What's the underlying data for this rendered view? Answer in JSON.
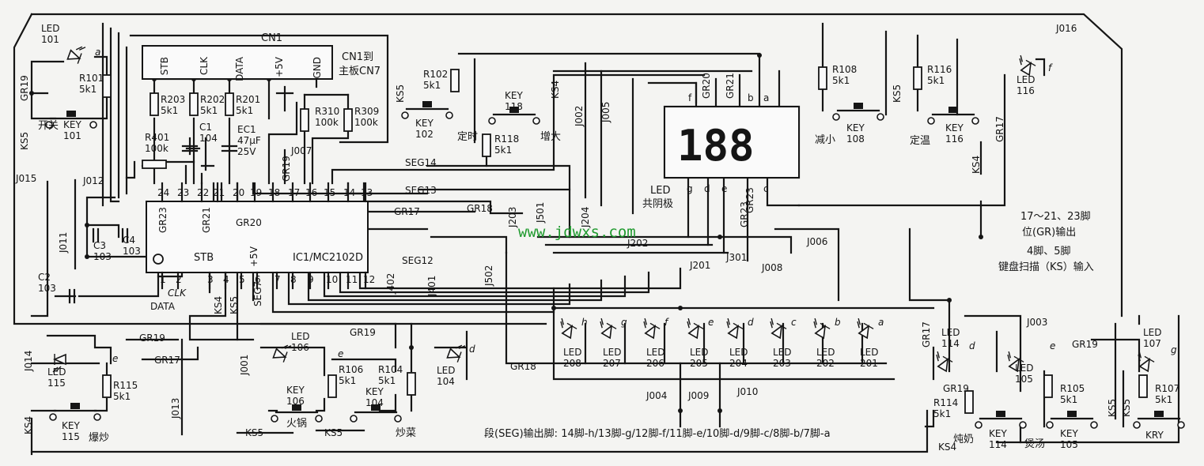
{
  "connector": {
    "name": "CN1",
    "pins": [
      "STB",
      "CLK",
      "DATA",
      "+5V",
      "GND"
    ],
    "note": "CN1到\n主板CN7"
  },
  "ic": {
    "name": "IC1/MC2102D",
    "stb": "STB",
    "vcc": "+5V",
    "top_pins": [
      "24",
      "23",
      "22",
      "21",
      "20",
      "19",
      "18",
      "17",
      "16",
      "15",
      "14",
      "13"
    ],
    "bottom_pins": [
      "1",
      "2",
      "3",
      "4",
      "5",
      "6",
      "7",
      "8",
      "9",
      "10",
      "11",
      "12"
    ]
  },
  "display": {
    "digits": "188",
    "label": "LED\n共阴极",
    "top_pins": [
      "f",
      "GR20",
      "GR21",
      "b",
      "a"
    ],
    "bottom_pins": [
      "g",
      "d",
      "e",
      "GR23",
      "c"
    ]
  },
  "leds": [
    {
      "ref": "LED\n101",
      "seg": "a"
    },
    {
      "ref": "LED\n116",
      "seg": "f"
    },
    {
      "ref": "LED\n106",
      "seg": "e"
    },
    {
      "ref": "LED\n104",
      "seg": "d"
    },
    {
      "ref": "LED\n115",
      "seg": "e"
    },
    {
      "ref": "LED\n114",
      "seg": "d"
    },
    {
      "ref": "LED\n105",
      "seg": "e"
    },
    {
      "ref": "LED\n107",
      "seg": "g"
    },
    {
      "ref": "LED\n208",
      "seg": "h"
    },
    {
      "ref": "LED\n207",
      "seg": "g"
    },
    {
      "ref": "LED\n206",
      "seg": "f"
    },
    {
      "ref": "LED\n205",
      "seg": "e"
    },
    {
      "ref": "LED\n204",
      "seg": "d"
    },
    {
      "ref": "LED\n203",
      "seg": "c"
    },
    {
      "ref": "LED\n202",
      "seg": "b"
    },
    {
      "ref": "LED\n201",
      "seg": "a"
    }
  ],
  "keys": [
    {
      "ref": "KEY\n101",
      "name": "开关"
    },
    {
      "ref": "KEY\n102",
      "name": "定时"
    },
    {
      "ref": "KEY\n118",
      "name": "增大"
    },
    {
      "ref": "KEY\n108",
      "name": "减小"
    },
    {
      "ref": "KEY\n116",
      "name": "定温"
    },
    {
      "ref": "KEY\n115",
      "name": "爆炒"
    },
    {
      "ref": "KEY\n106",
      "name": "火锅"
    },
    {
      "ref": "KEY\n104",
      "name": "炒菜"
    },
    {
      "ref": "KEY\n114",
      "name": "炖奶"
    },
    {
      "ref": "KEY\n105",
      "name": "煲汤"
    },
    {
      "ref": "KRY",
      "name": ""
    }
  ],
  "resistors": [
    {
      "ref": "R101",
      "val": "5k1"
    },
    {
      "ref": "R203",
      "val": "5k1"
    },
    {
      "ref": "R202",
      "val": "5k1"
    },
    {
      "ref": "R201",
      "val": "5k1"
    },
    {
      "ref": "R310",
      "val": "100k"
    },
    {
      "ref": "R309",
      "val": "100k"
    },
    {
      "ref": "R401",
      "val": "100k"
    },
    {
      "ref": "R102",
      "val": "5k1"
    },
    {
      "ref": "R118",
      "val": "5k1"
    },
    {
      "ref": "R108",
      "val": "5k1"
    },
    {
      "ref": "R116",
      "val": "5k1"
    },
    {
      "ref": "R115",
      "val": "5k1"
    },
    {
      "ref": "R106",
      "val": "5k1"
    },
    {
      "ref": "R104",
      "val": "5k1"
    },
    {
      "ref": "R114",
      "val": "5k1"
    },
    {
      "ref": "R105",
      "val": "5k1"
    },
    {
      "ref": "R107",
      "val": "5k1"
    }
  ],
  "capacitors": [
    {
      "ref": "C1",
      "val": "104"
    },
    {
      "ref": "EC1",
      "val": "47μF\n25V"
    },
    {
      "ref": "C2",
      "val": "103"
    },
    {
      "ref": "C3",
      "val": "103"
    },
    {
      "ref": "C4",
      "val": "103"
    }
  ],
  "jumpers": [
    "J015",
    "J012",
    "J011",
    "J014",
    "J013",
    "J001",
    "J002",
    "J005",
    "J007",
    "J016",
    "J203",
    "J501",
    "J204",
    "J202",
    "J201",
    "J301",
    "J006",
    "J008",
    "J402",
    "J401",
    "J502",
    "J004",
    "J009",
    "J010",
    "J003"
  ],
  "nets": [
    "GR19",
    "KS5",
    "KS4",
    "GR23",
    "GR21",
    "GR20",
    "GR17",
    "GR18",
    "SEG14",
    "SEG13",
    "SEG12",
    "SEG7",
    "DATA",
    "CLK"
  ],
  "watermark": "www.jdwxs.com",
  "notes": {
    "pins_a": "17～21、23脚",
    "pins_b": "位(GR)输出",
    "pins_c": "4脚、5脚",
    "pins_d": "键盘扫描（KS）输入",
    "seg": "段(SEG)输出脚: 14脚-h/13脚-g/12脚-f/11脚-e/10脚-d/9脚-c/8脚-b/7脚-a"
  }
}
